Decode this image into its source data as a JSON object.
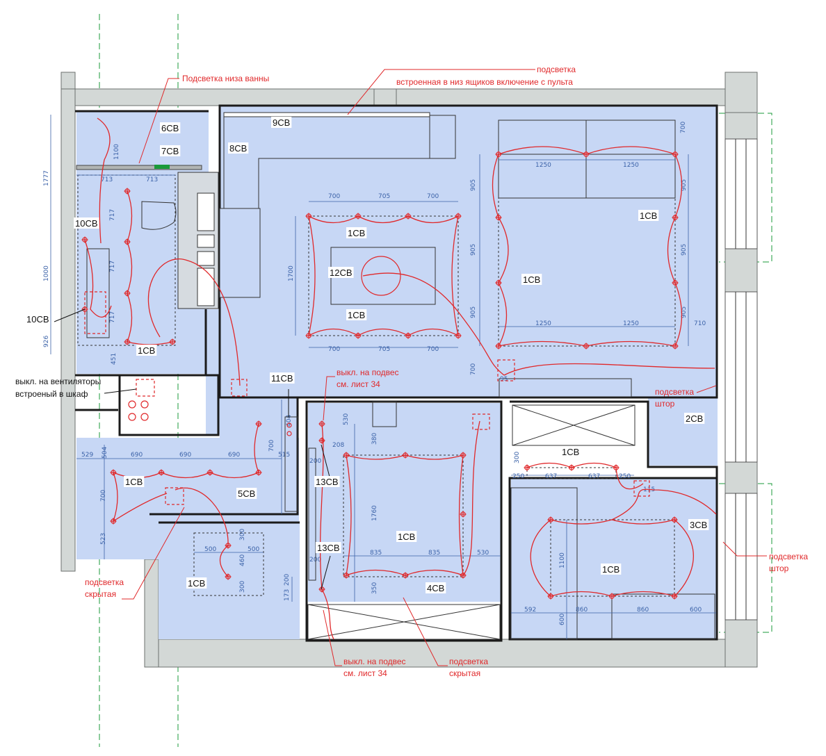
{
  "notes": {
    "bath_underlight": "Подсветка низа ванны",
    "drawer_light_1": "подсветка",
    "drawer_light_2": "встроенная в низ ящиков включение с пульта",
    "fan_switch_1": "выкл. на вентиляторы",
    "fan_switch_2": "встроеный в шкаф",
    "pendant_switch_top_1": "выкл. на подвес",
    "pendant_switch_top_2": "см. лист 34",
    "pendant_switch_bottom_1": "выкл. на подвес",
    "pendant_switch_bottom_2": "см. лист 34",
    "curtain_light_top_1": "подсветка",
    "curtain_light_top_2": "штор",
    "curtain_light_bottom_1": "подсветка",
    "curtain_light_bottom_2": "штор",
    "hidden_light_left_1": "подсветка",
    "hidden_light_left_2": "скрытая",
    "hidden_light_bottom_1": "подсветка",
    "hidden_light_bottom_2": "скрытая"
  },
  "groups": {
    "g6": "6СВ",
    "g7": "7СВ",
    "g9": "9СВ",
    "g8": "8СВ",
    "g10a": "10СВ",
    "g10b": "10СВ",
    "g1_bath": "1СВ",
    "g1_table_top": "1СВ",
    "g12": "12СВ",
    "g1_table_bot": "1СВ",
    "g1_sofa_right": "1СВ",
    "g1_sofa_mid": "1СВ",
    "g11": "11СВ",
    "g2": "2СВ",
    "g1_hall": "1СВ",
    "g5": "5СВ",
    "g13a": "13СВ",
    "g13b": "13СВ",
    "g1_wc": "1СВ",
    "g1_bed": "1СВ",
    "g4": "4СВ",
    "g1_room_top": "1СВ",
    "g3": "3СВ",
    "g1_room": "1СВ"
  },
  "dims": {
    "d1777": "1777",
    "d1100": "1100",
    "d1000": "1000",
    "d926": "926",
    "d713a": "713",
    "d713b": "713",
    "d717a": "717",
    "d717b": "717",
    "d717c": "717",
    "d451": "451",
    "t700a": "700",
    "t705a": "705",
    "t700b": "700",
    "d1700": "1700",
    "t700c": "700",
    "t705b": "705",
    "t700d": "700",
    "s1250a": "1250",
    "s1250b": "1250",
    "s905a": "905",
    "s905b": "905",
    "s905c": "905",
    "s905d": "905",
    "s905e": "905",
    "s905f": "905",
    "s1250c": "1250",
    "s1250d": "1250",
    "s710": "710",
    "s700": "700",
    "s700b": "700",
    "h529": "529",
    "h504": "504",
    "h690a": "690",
    "h690b": "690",
    "h690c": "690",
    "h700": "700",
    "h515": "515",
    "h404": "404",
    "h700b": "700",
    "h523": "523",
    "w500a": "500",
    "w500b": "500",
    "w300a": "300",
    "w460": "460",
    "w300b": "300",
    "b530": "530",
    "b380": "380",
    "b208": "208",
    "b200": "200",
    "b1760": "1760",
    "b835a": "835",
    "b835b": "835",
    "b530b": "530",
    "b200b": "200",
    "b350": "350",
    "b173": "173",
    "b200c": "200",
    "b95": "95",
    "r300": "300",
    "r250a": "250",
    "r637a": "637",
    "r637b": "637",
    "r250b": "250",
    "r115": "115",
    "r1100": "1100",
    "r592": "592",
    "r860a": "860",
    "r860b": "860",
    "r600": "600",
    "r600b": "600"
  },
  "colors": {
    "room_fill": "#c7d7f5",
    "wall": "#d3d8d6",
    "annotation": "#e0282a",
    "dimension": "#3b62a8",
    "axis": "#1a9a3a"
  }
}
